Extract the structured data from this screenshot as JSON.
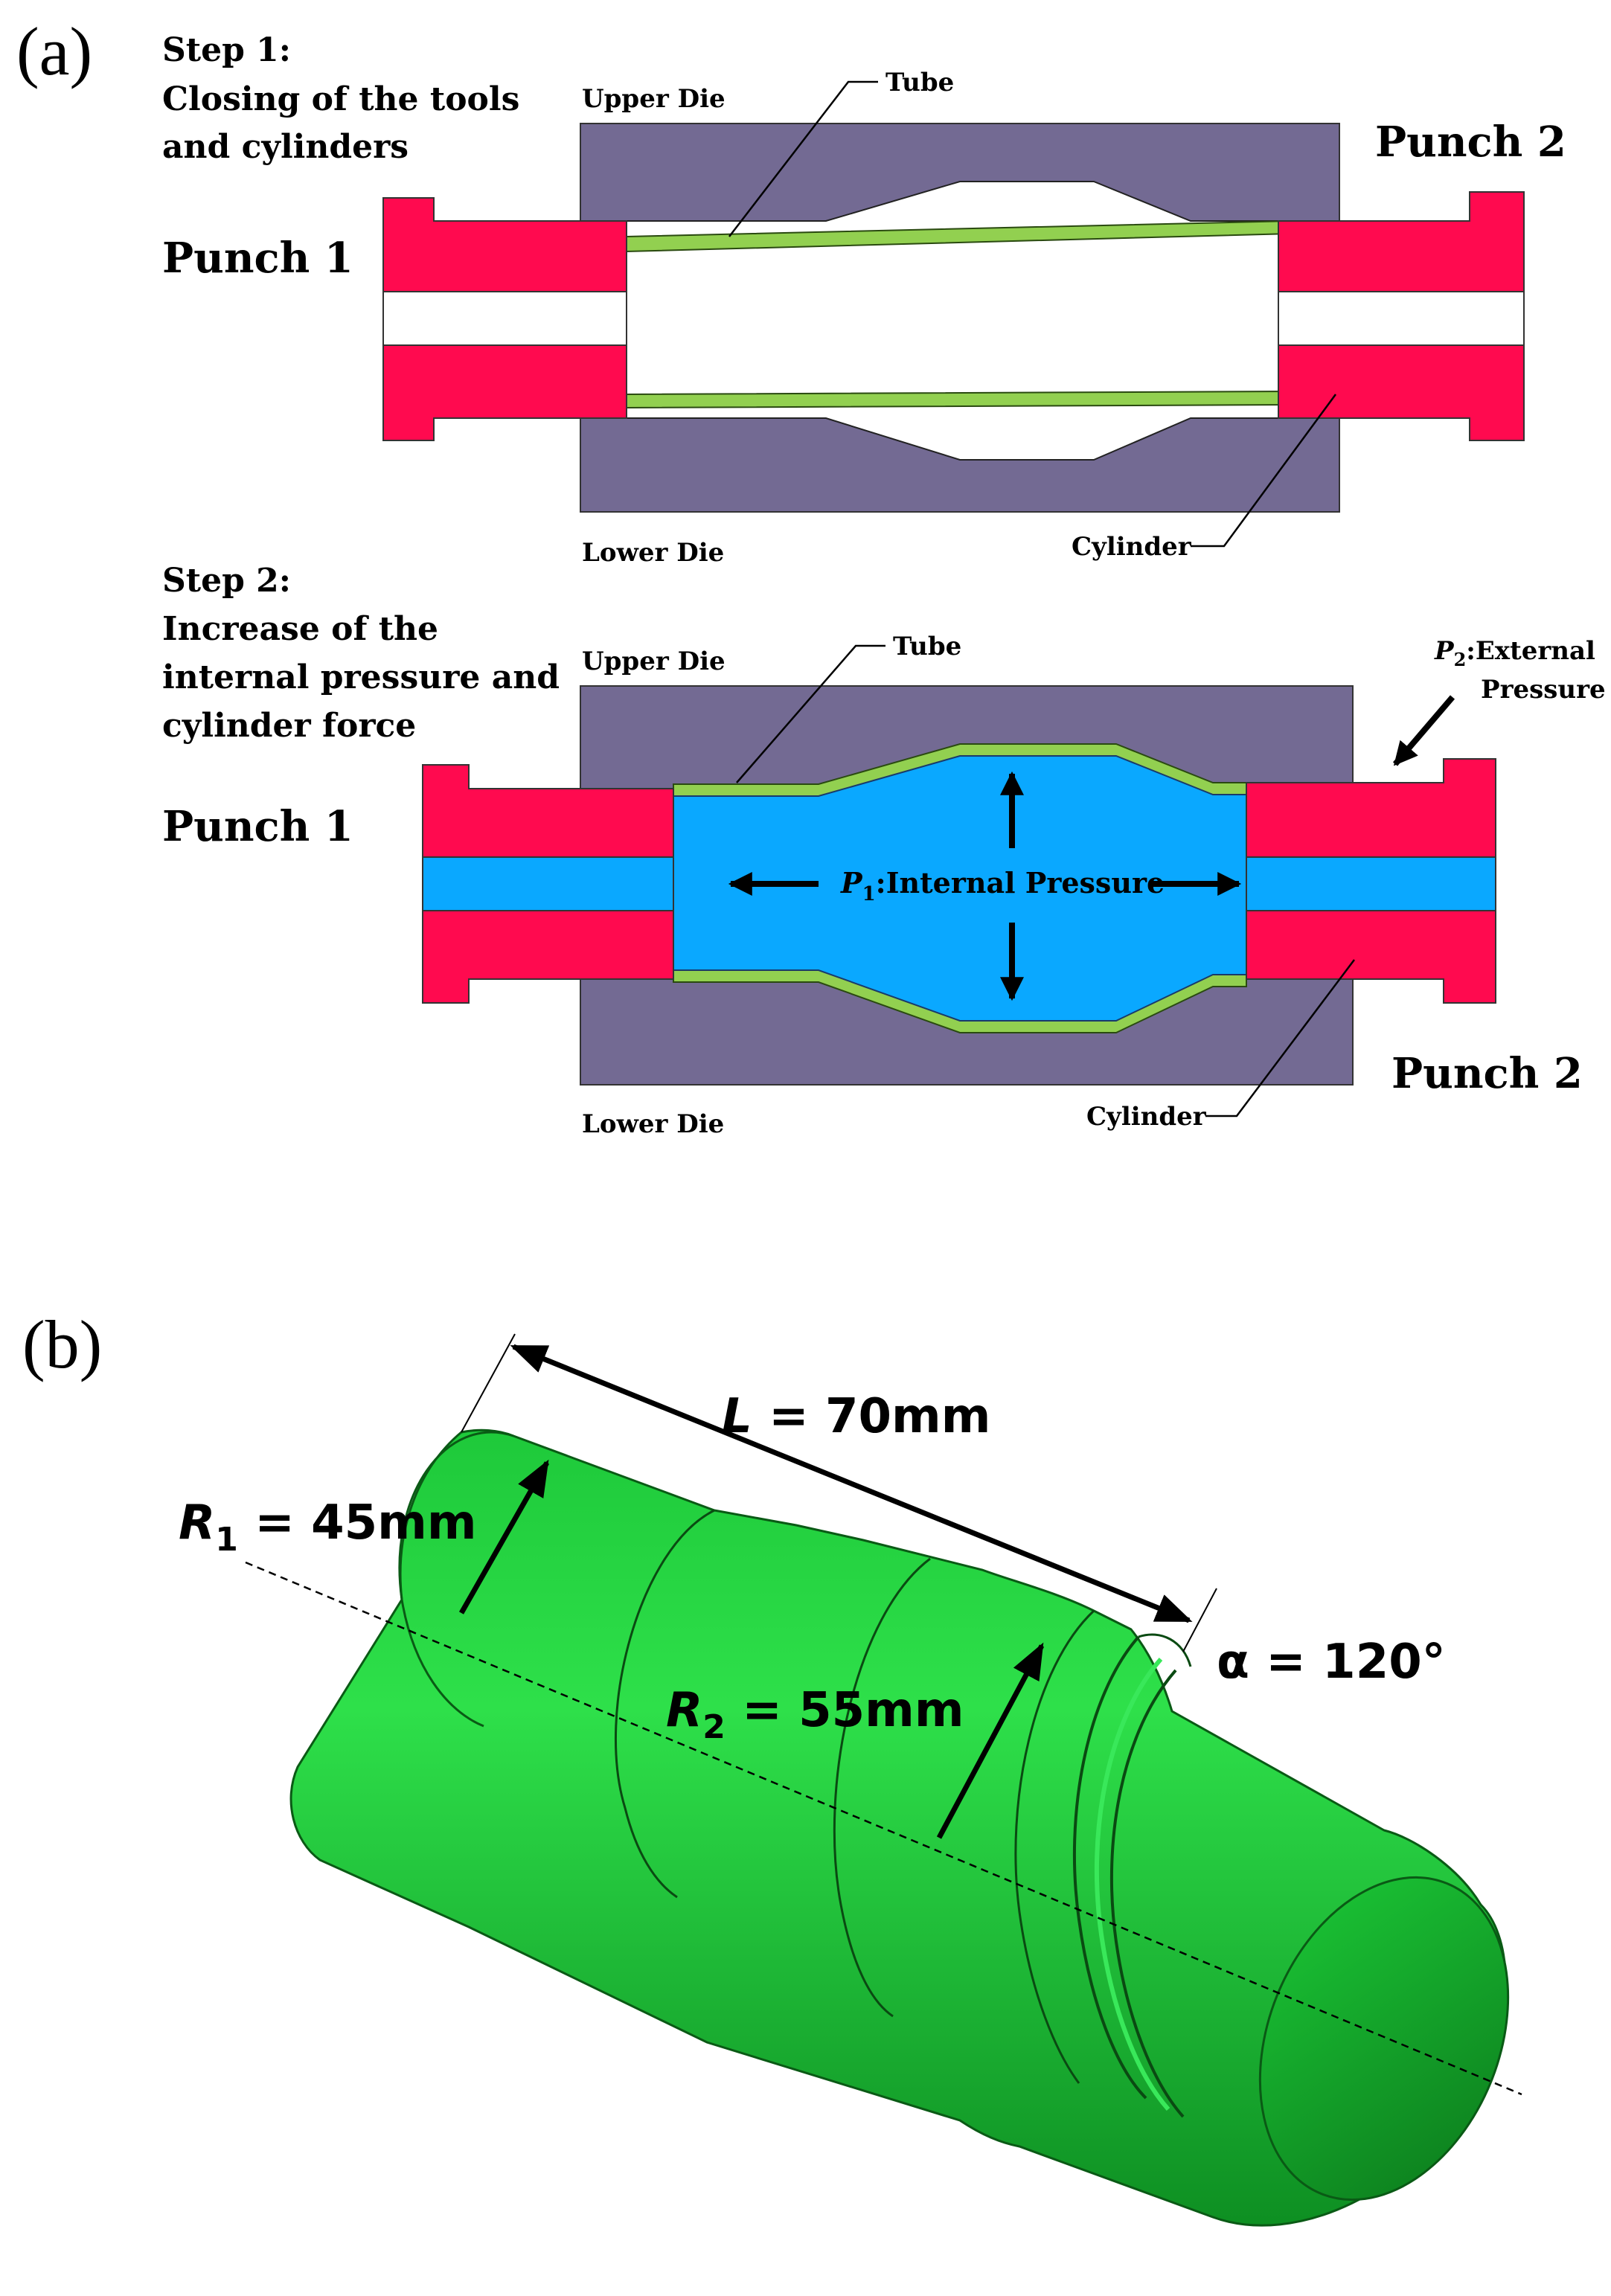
{
  "panel_a": {
    "tag": "(a)",
    "step1": {
      "title": "Step 1:",
      "line1": "Closing of the tools",
      "line2": "and cylinders",
      "upper_die": "Upper Die",
      "lower_die": "Lower Die",
      "tube": "Tube",
      "cylinder": "Cylinder",
      "punch1": "Punch 1",
      "punch2": "Punch 2"
    },
    "step2": {
      "title": "Step 2:",
      "line1": "Increase of the",
      "line2": "internal pressure and",
      "line3": "cylinder force",
      "upper_die": "Upper Die",
      "lower_die": "Lower Die",
      "tube": "Tube",
      "cylinder": "Cylinder",
      "punch1": "Punch 1",
      "punch2": "Punch 2",
      "p1_symbol": "P",
      "p1_sub": "1",
      "p1_text": ":Internal Pressure",
      "p2_symbol": "P",
      "p2_sub": "2",
      "p2_text": ":External",
      "p2_text2": "Pressure"
    },
    "colors": {
      "die": "#736a93",
      "punch": "#ff0a4f",
      "tube": "#92d050",
      "fluid": "#0aa8ff"
    }
  },
  "panel_b": {
    "tag": "(b)",
    "length_sym": "L",
    "length_val": " = 70mm",
    "r1_sym": "R",
    "r1_sub": "1",
    "r1_val": " = 45mm",
    "r2_sym": "R",
    "r2_sub": "2",
    "r2_val": " = 55mm",
    "alpha": "α = 120°",
    "colors": {
      "part": "#22b536"
    }
  }
}
